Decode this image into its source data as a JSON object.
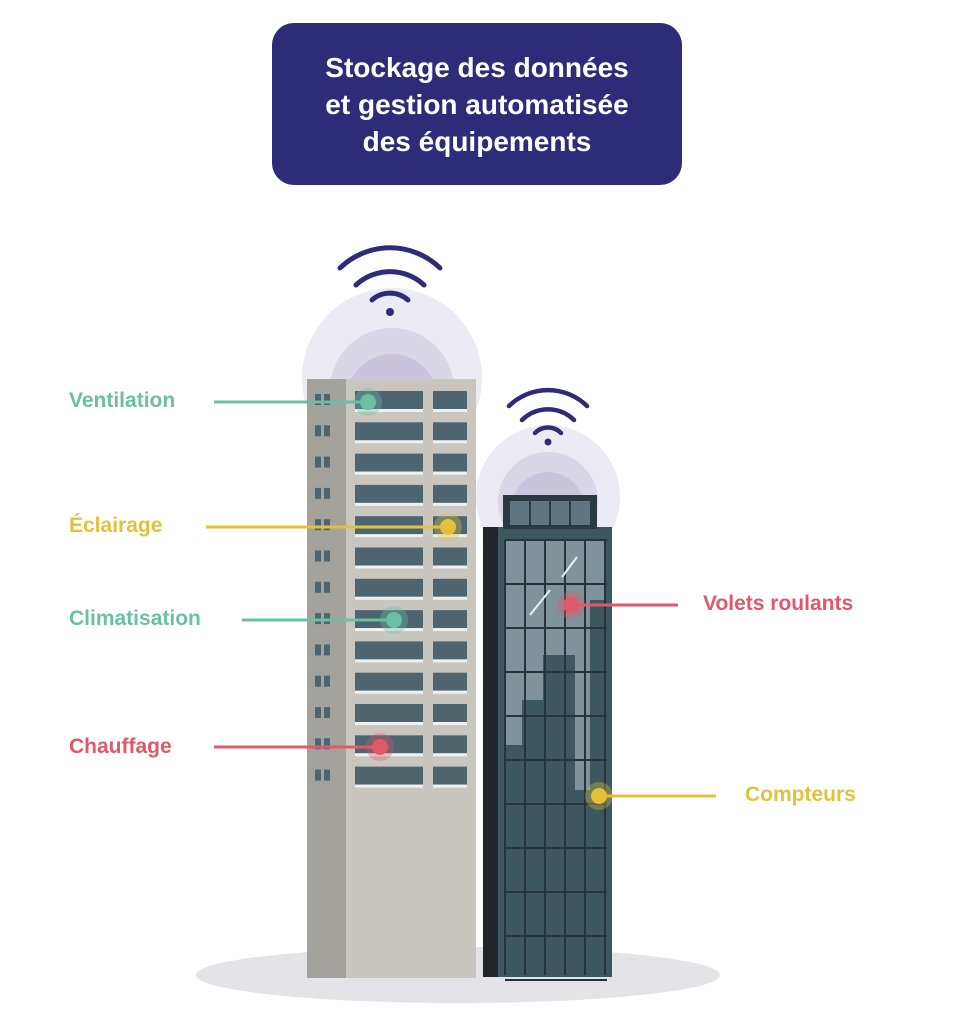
{
  "title": "Stockage des données\net gestion automatisée\ndes équipements",
  "colors": {
    "title_bg": "#2e2b78",
    "teal": "#6bbfa4",
    "yellow": "#e3c23a",
    "red": "#df5a68",
    "wifi": "#2e2b78"
  },
  "labels": {
    "ventilation": "Ventilation",
    "eclairage": "Éclairage",
    "climatisation": "Climatisation",
    "chauffage": "Chauffage",
    "volets": "Volets roulants",
    "compteurs": "Compteurs"
  },
  "icons": [
    "wifi-icon",
    "wifi-icon"
  ]
}
